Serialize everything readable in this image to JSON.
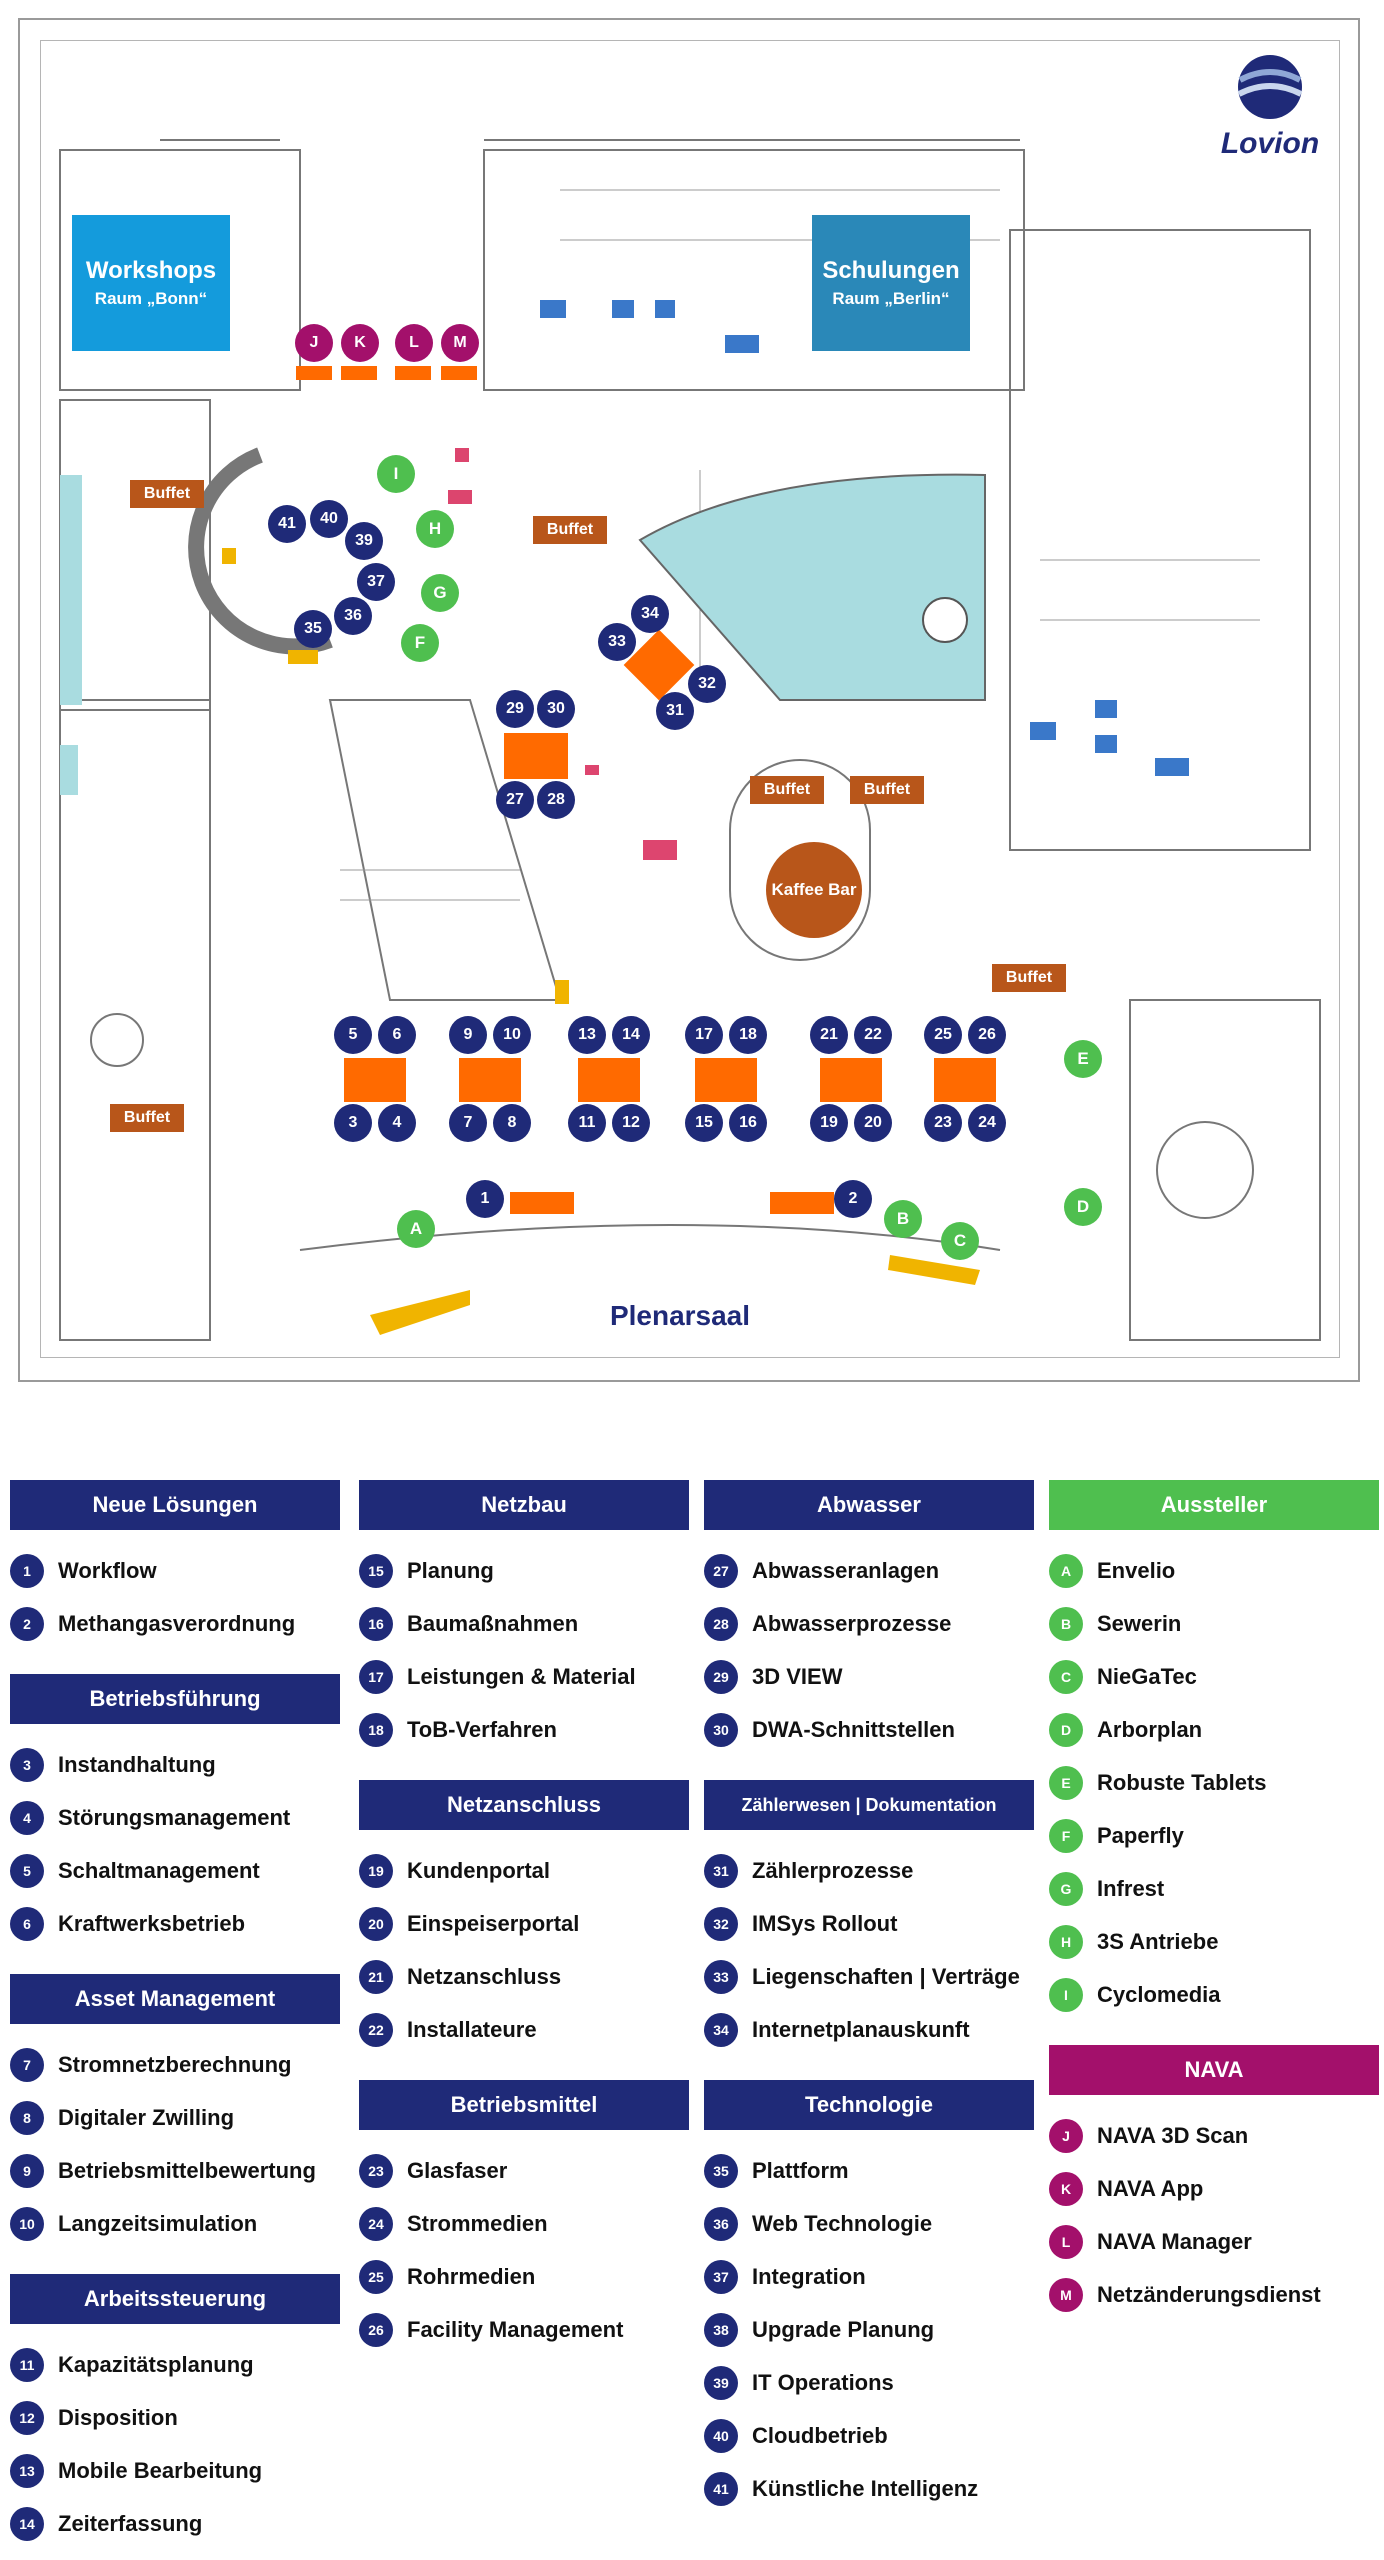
{
  "logo": {
    "text": "Lovion"
  },
  "rooms": {
    "workshops": {
      "title": "Workshops",
      "subtitle": "Raum „Bonn“"
    },
    "schulungen": {
      "title": "Schulungen",
      "subtitle": "Raum „Berlin“"
    }
  },
  "buffet_label": "Buffet",
  "kaffee_bar": "Kaffee Bar",
  "plenarsaal": "Plenarsaal",
  "colors": {
    "navy": "#1f2a78",
    "green": "#4fbf4f",
    "magenta": "#a3106b",
    "orange": "#ff6a00",
    "brown": "#b8561a",
    "blue_room1": "#149bdc",
    "blue_room2": "#2a88b8"
  },
  "legend": [
    {
      "groups": [
        {
          "title": "Neue Lösungen",
          "color": "#1f2a78",
          "items": [
            {
              "id": "1",
              "label": "Workflow"
            },
            {
              "id": "2",
              "label": "Methangasverordnung"
            }
          ]
        },
        {
          "title": "Betriebsführung",
          "color": "#1f2a78",
          "items": [
            {
              "id": "3",
              "label": "Instandhaltung"
            },
            {
              "id": "4",
              "label": "Störungsmanagement"
            },
            {
              "id": "5",
              "label": "Schaltmanagement"
            },
            {
              "id": "6",
              "label": "Kraftwerksbetrieb"
            }
          ]
        },
        {
          "title": "Asset Management",
          "color": "#1f2a78",
          "items": [
            {
              "id": "7",
              "label": "Stromnetzberechnung"
            },
            {
              "id": "8",
              "label": "Digitaler Zwilling"
            },
            {
              "id": "9",
              "label": "Betriebsmittelbewertung"
            },
            {
              "id": "10",
              "label": "Langzeitsimulation"
            }
          ]
        },
        {
          "title": "Arbeitssteuerung",
          "color": "#1f2a78",
          "items": [
            {
              "id": "11",
              "label": "Kapazitätsplanung"
            },
            {
              "id": "12",
              "label": "Disposition"
            },
            {
              "id": "13",
              "label": "Mobile Bearbeitung"
            },
            {
              "id": "14",
              "label": "Zeiterfassung"
            }
          ]
        }
      ]
    },
    {
      "groups": [
        {
          "title": "Netzbau",
          "color": "#1f2a78",
          "items": [
            {
              "id": "15",
              "label": "Planung"
            },
            {
              "id": "16",
              "label": "Baumaßnahmen"
            },
            {
              "id": "17",
              "label": "Leistungen & Material"
            },
            {
              "id": "18",
              "label": "ToB-Verfahren"
            }
          ]
        },
        {
          "title": "Netzanschluss",
          "color": "#1f2a78",
          "items": [
            {
              "id": "19",
              "label": "Kundenportal"
            },
            {
              "id": "20",
              "label": "Einspeiserportal"
            },
            {
              "id": "21",
              "label": "Netzanschluss"
            },
            {
              "id": "22",
              "label": "Installateure"
            }
          ]
        },
        {
          "title": "Betriebsmittel",
          "color": "#1f2a78",
          "items": [
            {
              "id": "23",
              "label": "Glasfaser"
            },
            {
              "id": "24",
              "label": "Strommedien"
            },
            {
              "id": "25",
              "label": "Rohrmedien"
            },
            {
              "id": "26",
              "label": "Facility Management"
            }
          ]
        }
      ]
    },
    {
      "groups": [
        {
          "title": "Abwasser",
          "color": "#1f2a78",
          "items": [
            {
              "id": "27",
              "label": "Abwasseranlagen"
            },
            {
              "id": "28",
              "label": "Abwasserprozesse"
            },
            {
              "id": "29",
              "label": "3D VIEW"
            },
            {
              "id": "30",
              "label": "DWA-Schnittstellen"
            }
          ]
        },
        {
          "title": "Zählerwesen | Dokumentation",
          "color": "#1f2a78",
          "small": true,
          "items": [
            {
              "id": "31",
              "label": "Zählerprozesse"
            },
            {
              "id": "32",
              "label": "IMSys Rollout"
            },
            {
              "id": "33",
              "label": "Liegenschaften | Verträge"
            },
            {
              "id": "34",
              "label": "Internetplanauskunft"
            }
          ]
        },
        {
          "title": "Technologie",
          "color": "#1f2a78",
          "items": [
            {
              "id": "35",
              "label": "Plattform"
            },
            {
              "id": "36",
              "label": "Web Technologie"
            },
            {
              "id": "37",
              "label": "Integration"
            },
            {
              "id": "38",
              "label": "Upgrade Planung"
            },
            {
              "id": "39",
              "label": "IT Operations"
            },
            {
              "id": "40",
              "label": "Cloudbetrieb"
            },
            {
              "id": "41",
              "label": "Künstliche Intelligenz"
            }
          ]
        }
      ]
    },
    {
      "groups": [
        {
          "title": "Aussteller",
          "color": "#4fbf4f",
          "items": [
            {
              "id": "A",
              "label": "Envelio"
            },
            {
              "id": "B",
              "label": "Sewerin"
            },
            {
              "id": "C",
              "label": "NieGaTec"
            },
            {
              "id": "D",
              "label": "Arborplan"
            },
            {
              "id": "E",
              "label": "Robuste Tablets"
            },
            {
              "id": "F",
              "label": "Paperfly"
            },
            {
              "id": "G",
              "label": "Infrest"
            },
            {
              "id": "H",
              "label": "3S Antriebe"
            },
            {
              "id": "I",
              "label": "Cyclomedia"
            }
          ]
        },
        {
          "title": "NAVA",
          "color": "#a3106b",
          "items": [
            {
              "id": "J",
              "label": "NAVA 3D Scan"
            },
            {
              "id": "K",
              "label": "NAVA App"
            },
            {
              "id": "L",
              "label": "NAVA Manager"
            },
            {
              "id": "M",
              "label": "Netzänderungsdienst"
            }
          ]
        }
      ]
    }
  ]
}
